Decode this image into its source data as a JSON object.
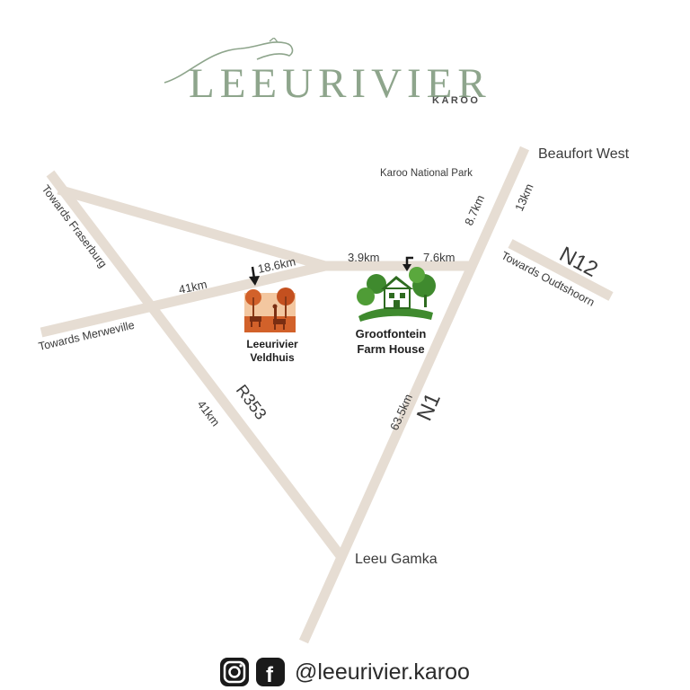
{
  "brand": {
    "name": "LEEURIVIER",
    "sub": "KAROO"
  },
  "towns": {
    "beaufort_west": "Beaufort West",
    "leeu_gamka": "Leeu Gamka",
    "karoo_national_park": "Karoo National Park"
  },
  "towards": {
    "fraserburg": "Towards Fraserburg",
    "merweville": "Towards Merweville",
    "oudtshoorn": "Towards Oudtshoorn"
  },
  "routes": {
    "n1": "N1",
    "n12": "N12",
    "r353": "R353"
  },
  "distances": {
    "d_18_6": "18.6km",
    "d_41_merweville": "41km",
    "d_3_9": "3.9km",
    "d_7_6": "7.6km",
    "d_8_7": "8.7km",
    "d_13": "13km",
    "d_63_5": "63.5km",
    "d_41_r353": "41km"
  },
  "pois": {
    "veldhuis": {
      "line1": "Leeurivier",
      "line2": "Veldhuis"
    },
    "grootfontein": {
      "line1": "Grootfontein",
      "line2": "Farm House"
    }
  },
  "social": {
    "icons": [
      "instagram-icon",
      "facebook-icon"
    ],
    "handle": "@leeurivier.karoo"
  },
  "colors": {
    "road": "#e6ddd3",
    "brand": "#8ea58c",
    "house_green": "#3f8a2e",
    "veldhuis_orange": "#d2612a"
  }
}
